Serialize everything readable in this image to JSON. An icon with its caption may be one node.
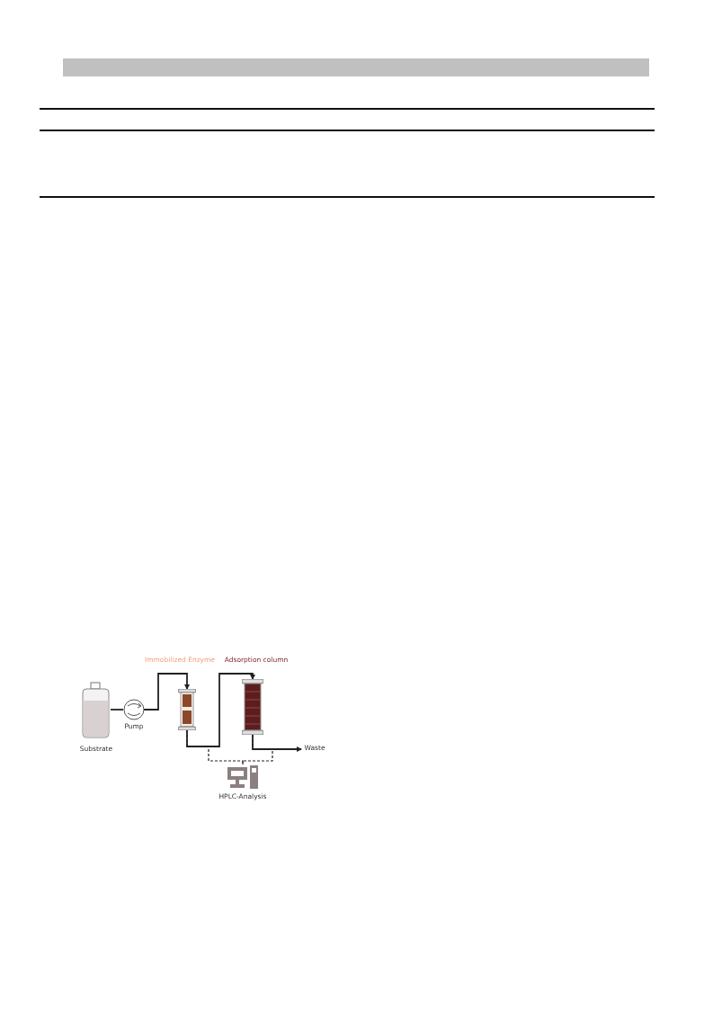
{
  "diagram": {
    "nodes": [
      {
        "text": [
          "Substrate"
        ]
      },
      {
        "text": [
          "Pump"
        ]
      },
      {
        "text": [
          "Immobilized Enzyme"
        ]
      },
      {
        "text": [
          "Adsorption column"
        ]
      },
      {
        "text": [
          "Waste"
        ]
      },
      {
        "text": [
          "HPLC-Analysis"
        ]
      }
    ],
    "edges": [
      {
        "from": 0,
        "to": 1,
        "arrow": "none"
      },
      {
        "from": 1,
        "to": 2,
        "arrow": "to"
      },
      {
        "from": 2,
        "to": 3,
        "arrow": "to"
      },
      {
        "from": 3,
        "to": 4,
        "arrow": "to"
      },
      {
        "from": 2,
        "to": 5,
        "arrow": "none",
        "style": "dashed"
      },
      {
        "from": 3,
        "to": 5,
        "arrow": "none",
        "style": "dashed"
      }
    ]
  }
}
